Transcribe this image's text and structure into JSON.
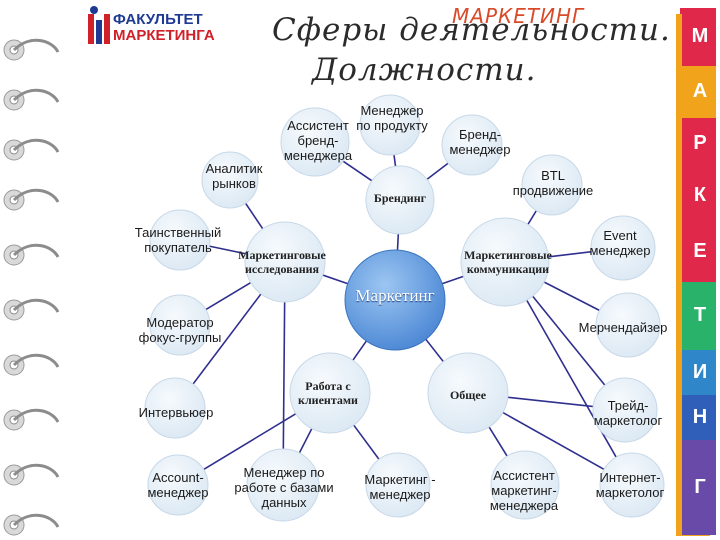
{
  "logo": {
    "line1": "ФАКУЛЬТЕТ",
    "line2": "МАРКЕТИНГА"
  },
  "title": {
    "tag": "МАРКЕТИНГ",
    "line1": "Сферы деятельности.",
    "line2": "Должности."
  },
  "tabs": [
    "М",
    "А",
    "Р",
    "К",
    "Е",
    "Т",
    "И",
    "Н",
    "Г"
  ],
  "colors": {
    "hub": "#5b9ae0",
    "bubble": "#e7f0f8",
    "arrow": "#2f2f8f",
    "tag": "#d94a2a",
    "logo_red": "#d0202a",
    "logo_blue": "#1f3a93"
  },
  "diagram": {
    "center": "Маркетинг",
    "sectors": {
      "branding": "Брендинг",
      "research": "Маркетинговые\nисследования",
      "communications": "Маркетинговые\nкоммуникации",
      "clients": "Работа с\nклиентами",
      "general": "Общее"
    },
    "roles": {
      "product_manager": "Менеджер\nпо продукту",
      "assistant_brand": "Ассистент\nбренд-\nменеджера",
      "brand_manager": "Бренд-\nменеджер",
      "market_analyst": "Аналитик\nрынков",
      "btl": "BTL\nпродвижение",
      "mystery_shopper": "Таинственный\nпокупатель",
      "event_manager": "Event\nменеджер",
      "focus_moderator": "Модератор\nфокус-группы",
      "merchandiser": "Мерчендайзер",
      "interviewer": "Интервьюер",
      "trade_marketer": "Трейд-\nмаркетолог",
      "account_manager": "Account-\nменеджер",
      "db_manager": "Менеджер по\nработе с базами\nданных",
      "marketing_manager": "Маркетинг -\nменеджер",
      "assistant_marketing": "Ассистент\nмаркетинг-\nменеджера",
      "internet_marketer": "Интернет-\nмаркетолог"
    }
  }
}
